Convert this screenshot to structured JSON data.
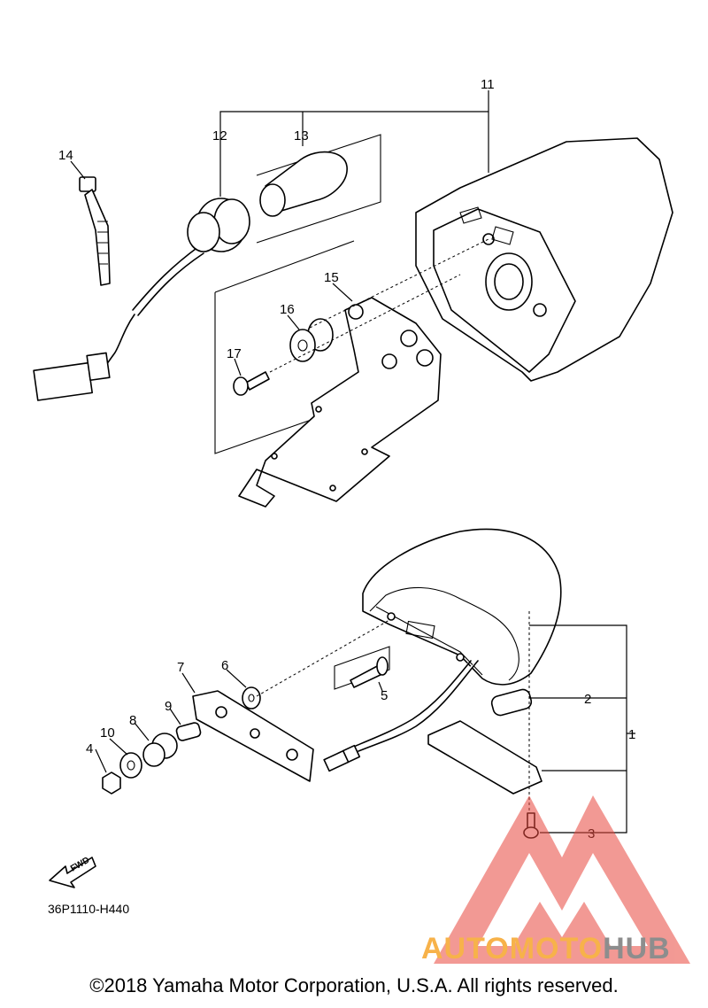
{
  "callouts": [
    "1",
    "2",
    "3",
    "4",
    "5",
    "6",
    "7",
    "8",
    "9",
    "10",
    "11",
    "12",
    "13",
    "14",
    "15",
    "16",
    "17"
  ],
  "fwd_label": "FWD",
  "diagram_code": "36P1110-H440",
  "copyright": "©2018 Yamaha Motor Corporation, U.S.A. All rights reserved.",
  "watermark": {
    "part1": "AUTOMOTO",
    "part2": "HUB",
    "color_primary": "#f7b24a",
    "color_secondary": "#8d8d8d",
    "logo_color": "#e9473d"
  }
}
